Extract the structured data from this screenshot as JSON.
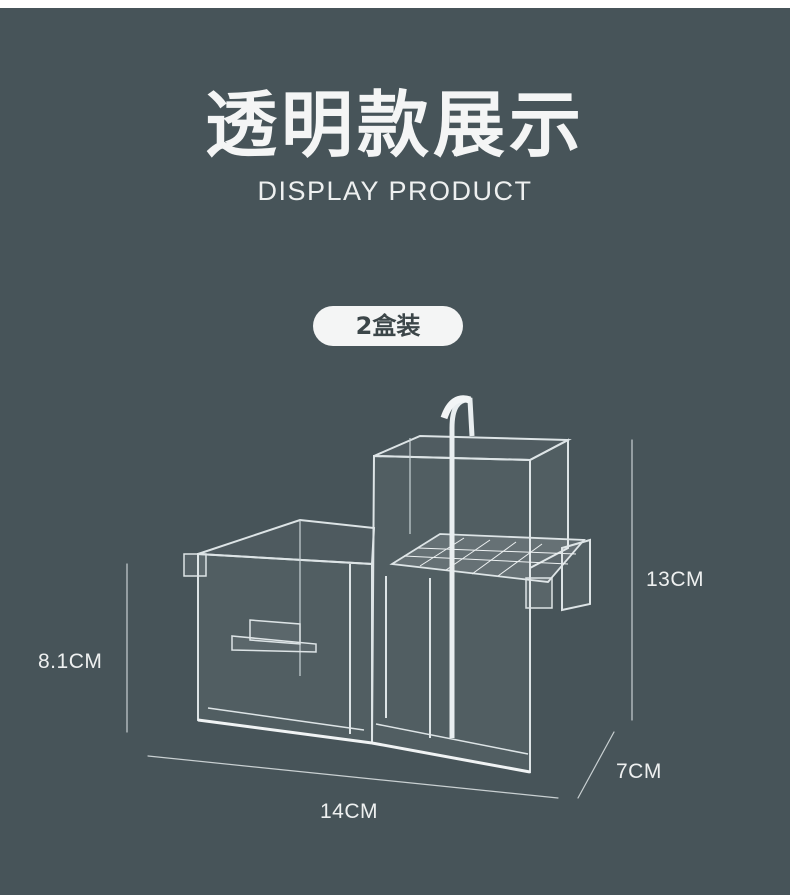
{
  "heading": {
    "title_cn": "透明款展示",
    "title_en": "DISPLAY PRODUCT"
  },
  "badge": {
    "label": "2盒装"
  },
  "dimensions": {
    "height_left": "8.1CM",
    "height_right": "13CM",
    "depth": "7CM",
    "width": "14CM"
  },
  "colors": {
    "background": "#475459",
    "text": "#f4f5f5",
    "badge_bg": "#f4f5f5",
    "badge_text": "#3c4649"
  }
}
